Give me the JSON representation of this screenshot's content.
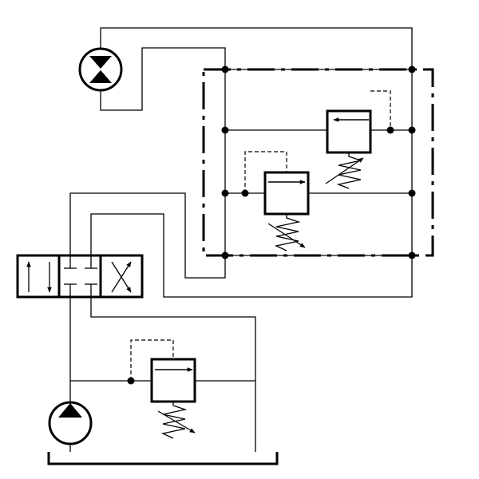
{
  "diagram": {
    "kind": "hydraulic-circuit",
    "colors": {
      "line": "#000000",
      "background": "#ffffff"
    },
    "components": [
      {
        "id": "hydraulic-motor",
        "symbol": "bidirectional-motor-icon"
      },
      {
        "id": "relief-valve-upper",
        "symbol": "relief-valve-icon"
      },
      {
        "id": "relief-valve-middle",
        "symbol": "relief-valve-icon"
      },
      {
        "id": "relief-valve-main",
        "symbol": "relief-valve-icon"
      },
      {
        "id": "directional-control-valve",
        "symbol": "three-position-four-way-valve-icon"
      },
      {
        "id": "hydraulic-pump",
        "symbol": "unidirectional-pump-icon"
      },
      {
        "id": "reservoir",
        "symbol": "tank-icon"
      },
      {
        "id": "valve-block",
        "symbol": "dash-dot-enclosure"
      }
    ]
  }
}
